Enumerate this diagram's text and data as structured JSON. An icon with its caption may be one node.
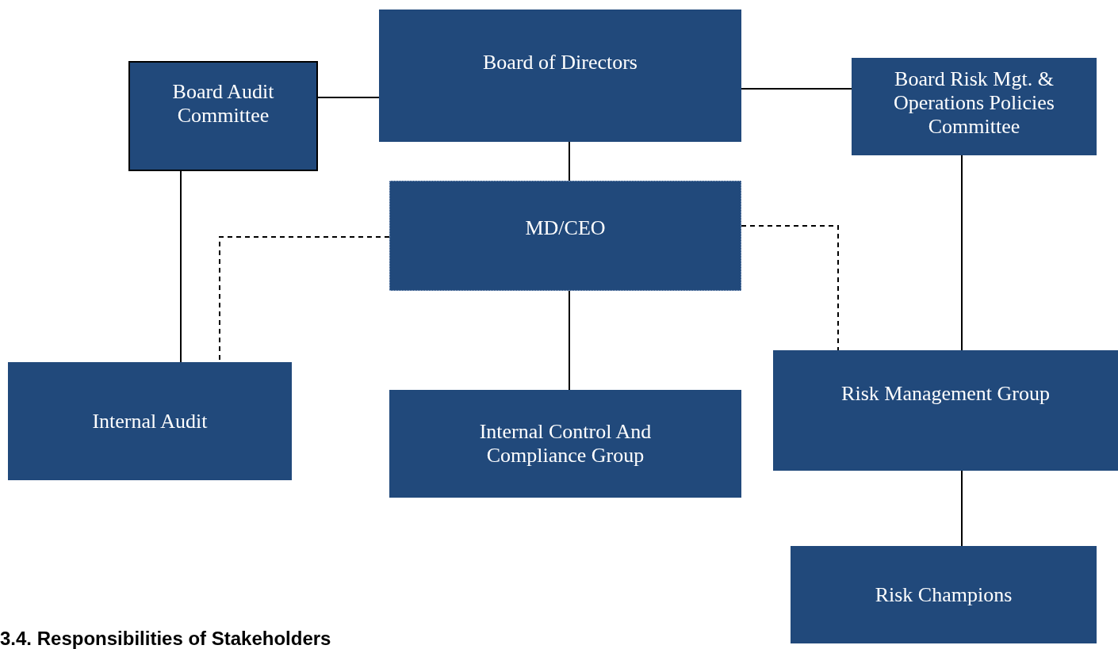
{
  "diagram": {
    "nodes": [
      {
        "text": [
          "Board of Directors"
        ]
      },
      {
        "text": [
          "Board Audit Committee"
        ]
      },
      {
        "text": [
          "Board Risk Mgt. & Operations Policies Committee"
        ]
      },
      {
        "text": [
          "MD/CEO"
        ]
      },
      {
        "text": [
          "Internal Audit"
        ]
      },
      {
        "text": [
          "Internal Control And Compliance Group"
        ]
      },
      {
        "text": [
          "Risk Management Group"
        ]
      },
      {
        "text": [
          "Risk Champions"
        ]
      }
    ],
    "edges": [
      {
        "from": 1,
        "to": 0,
        "arrow": "none"
      },
      {
        "from": 0,
        "to": 2,
        "arrow": "none"
      },
      {
        "from": 0,
        "to": 3,
        "arrow": "none"
      },
      {
        "from": 1,
        "to": 4,
        "arrow": "none"
      },
      {
        "from": 3,
        "to": 4,
        "arrow": "none",
        "style": "dashed"
      },
      {
        "from": 3,
        "to": 6,
        "arrow": "none",
        "style": "dashed"
      },
      {
        "from": 3,
        "to": 5,
        "arrow": "none"
      },
      {
        "from": 2,
        "to": 6,
        "arrow": "none"
      },
      {
        "from": 6,
        "to": 7,
        "arrow": "none"
      }
    ],
    "labels": [
      "3.4. Responsibilities of Stakeholders"
    ]
  }
}
